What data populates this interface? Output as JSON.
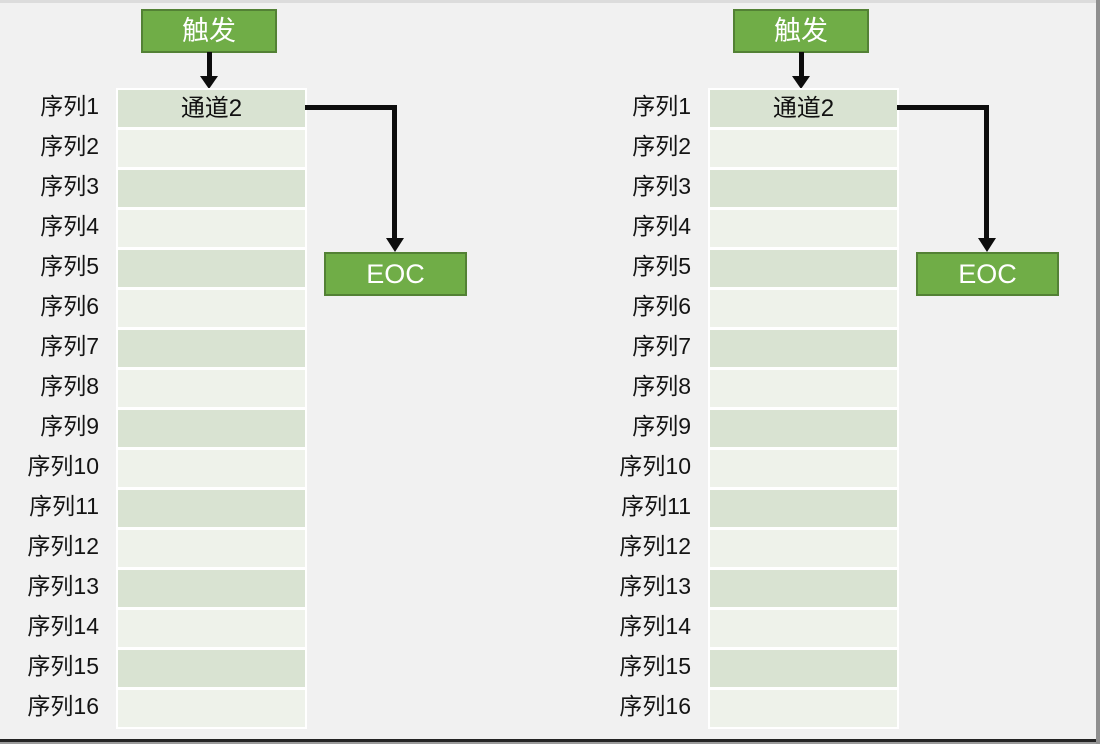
{
  "colors": {
    "background": "#f1f1f1",
    "box_green": "#70ad47",
    "box_green_border": "#538135",
    "row_odd": "#d9e3d2",
    "row_even": "#eef2ea",
    "arrow": "#0d0d0d"
  },
  "diagrams": [
    {
      "trigger_label": "触发",
      "channel_label": "通道2",
      "eoc_label": "EOC",
      "row_labels": [
        "序列1",
        "序列2",
        "序列3",
        "序列4",
        "序列5",
        "序列6",
        "序列7",
        "序列8",
        "序列9",
        "序列10",
        "序列11",
        "序列12",
        "序列13",
        "序列14",
        "序列15",
        "序列16"
      ]
    },
    {
      "trigger_label": "触发",
      "channel_label": "通道2",
      "eoc_label": "EOC",
      "row_labels": [
        "序列1",
        "序列2",
        "序列3",
        "序列4",
        "序列5",
        "序列6",
        "序列7",
        "序列8",
        "序列9",
        "序列10",
        "序列11",
        "序列12",
        "序列13",
        "序列14",
        "序列15",
        "序列16"
      ]
    }
  ]
}
